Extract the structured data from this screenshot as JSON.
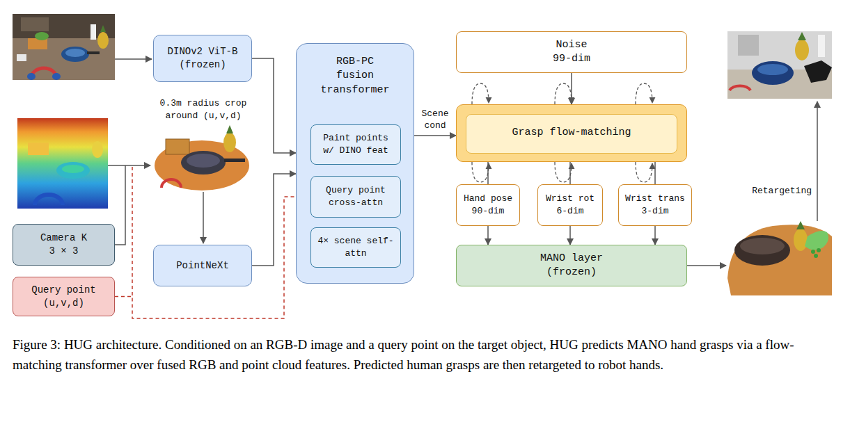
{
  "diagram": {
    "caption": "Figure 3: HUG architecture. Conditioned on an RGB-D image and a query point on the target object, HUG predicts MANO hand grasps via a flow-matching transformer over fused RGB and point cloud features. Predicted human grasps are then retargeted to robot hands.",
    "nodes": [
      {
        "text": [
          "DINOv2 ViT-B (frozen)"
        ]
      },
      {
        "text": [
          "Camera K 3 × 3"
        ]
      },
      {
        "text": [
          "Query point (u,v,d)"
        ]
      },
      {
        "text": [
          "PointNeXt"
        ]
      },
      {
        "text": [
          "RGB-PC fusion transformer"
        ]
      },
      {
        "text": [
          "Paint points w/ DINO feat"
        ],
        "in": 4
      },
      {
        "text": [
          "Query point cross-attn"
        ],
        "in": 4
      },
      {
        "text": [
          "4× scene self-attn"
        ],
        "in": 4
      },
      {
        "text": [
          "Noise 99-dim"
        ]
      },
      {
        "text": [
          "Grasp flow-matching"
        ]
      },
      {
        "text": [
          "Hand pose 90-dim"
        ]
      },
      {
        "text": [
          "Wrist rot 6-dim"
        ]
      },
      {
        "text": [
          "Wrist trans 3-dim"
        ]
      },
      {
        "text": [
          "MANO layer (frozen)"
        ]
      }
    ],
    "edges": [
      {
        "from": 0,
        "to": 4,
        "arrow": "to"
      },
      {
        "from": 3,
        "to": 4,
        "arrow": "to"
      },
      {
        "from": 2,
        "to": 6,
        "arrow": "to"
      },
      {
        "from": 4,
        "to": 9,
        "label": "Scene cond",
        "arrow": "to"
      },
      {
        "from": 8,
        "to": 9,
        "arrow": "to"
      },
      {
        "from": 9,
        "to": 10,
        "arrow": "none"
      },
      {
        "from": 9,
        "to": 11,
        "arrow": "none"
      },
      {
        "from": 9,
        "to": 12,
        "arrow": "none"
      },
      {
        "from": 10,
        "to": 13,
        "arrow": "to"
      },
      {
        "from": 11,
        "to": 13,
        "arrow": "to"
      },
      {
        "from": 12,
        "to": 13,
        "arrow": "to"
      }
    ],
    "labels": [
      "0.3m radius crop around (u,v,d)",
      "Retargeting"
    ]
  }
}
